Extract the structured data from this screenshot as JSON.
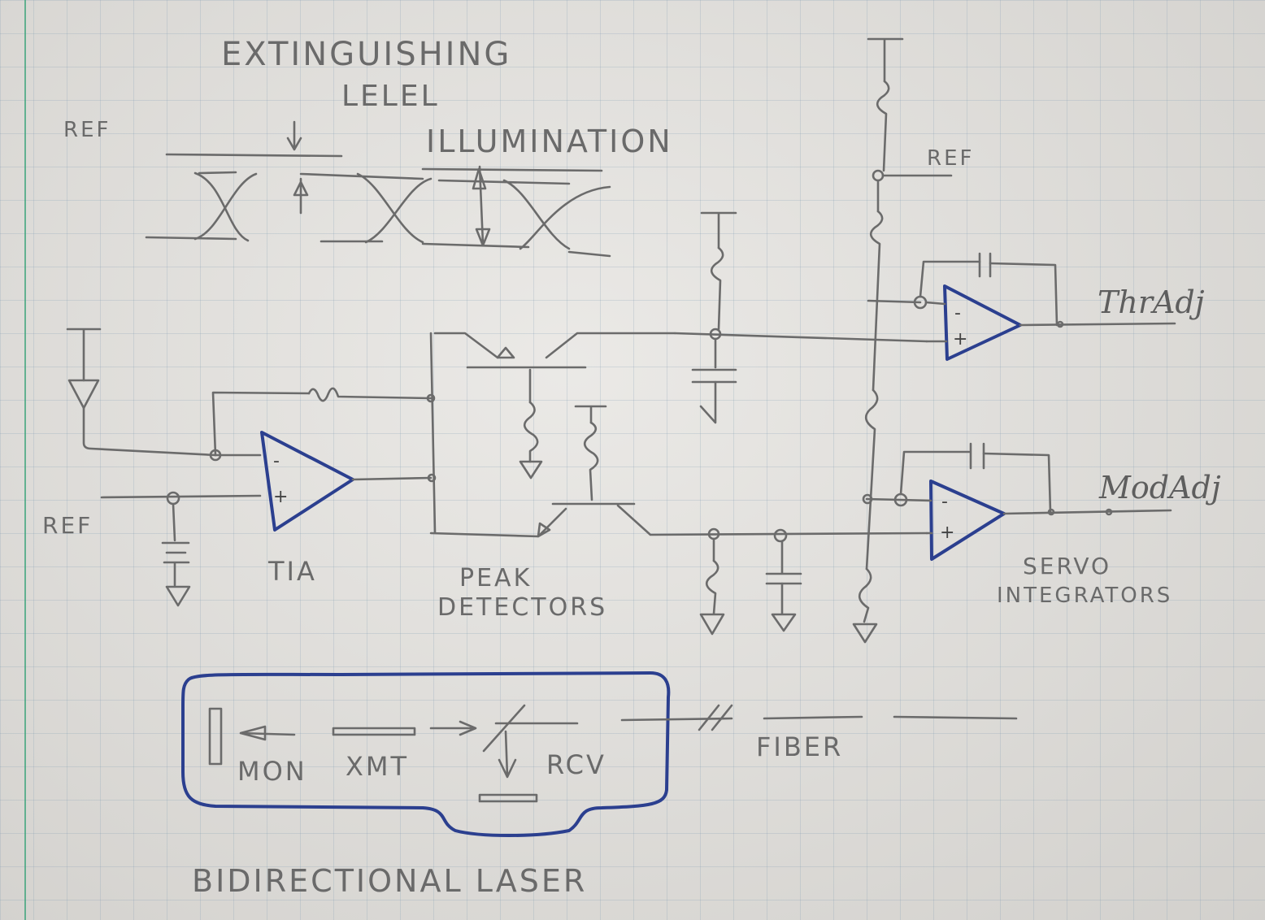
{
  "labels": {
    "extinguishing": "EXTINGUISHING",
    "level": "LELEL",
    "illumination": "ILLUMINATION",
    "ref_top_left": "REF",
    "ref_top_right": "REF",
    "ref_left": "REF",
    "tia": "TIA",
    "peak_1": "PEAK",
    "peak_2": "DETECTORS",
    "servo_1": "SERVO",
    "servo_2": "INTEGRATORS",
    "thr_adj": "ThrAdj",
    "mod_adj": "ModAdj",
    "mon": "MON",
    "xmt": "XMT",
    "rcv": "RCV",
    "fiber": "FIBER",
    "bidirectional_laser": "BIDIRECTIONAL LASER"
  },
  "opamp_signs": {
    "minus": "-",
    "plus": "+"
  },
  "colors": {
    "pencil": "#6b6b6b",
    "ink": "#2b3f8f",
    "grid": "#7896af",
    "margin": "#3aa37a"
  }
}
